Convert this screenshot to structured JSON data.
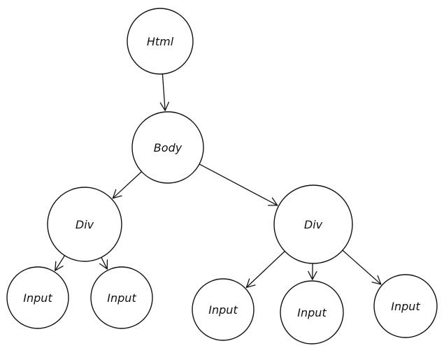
{
  "diagram": {
    "nodes": [
      {
        "id": "html",
        "label": "Html"
      },
      {
        "id": "body",
        "label": "Body"
      },
      {
        "id": "div-left",
        "label": "Div"
      },
      {
        "id": "div-right",
        "label": "Div"
      },
      {
        "id": "input-1",
        "label": "Input"
      },
      {
        "id": "input-2",
        "label": "Input"
      },
      {
        "id": "input-3",
        "label": "Input"
      },
      {
        "id": "input-4",
        "label": "Input"
      },
      {
        "id": "input-5",
        "label": "Input"
      }
    ],
    "edges": [
      {
        "from": "html",
        "to": "body"
      },
      {
        "from": "body",
        "to": "div-left"
      },
      {
        "from": "body",
        "to": "div-right"
      },
      {
        "from": "div-left",
        "to": "input-1"
      },
      {
        "from": "div-left",
        "to": "input-2"
      },
      {
        "from": "div-right",
        "to": "input-3"
      },
      {
        "from": "div-right",
        "to": "input-4"
      },
      {
        "from": "div-right",
        "to": "input-5"
      }
    ]
  }
}
